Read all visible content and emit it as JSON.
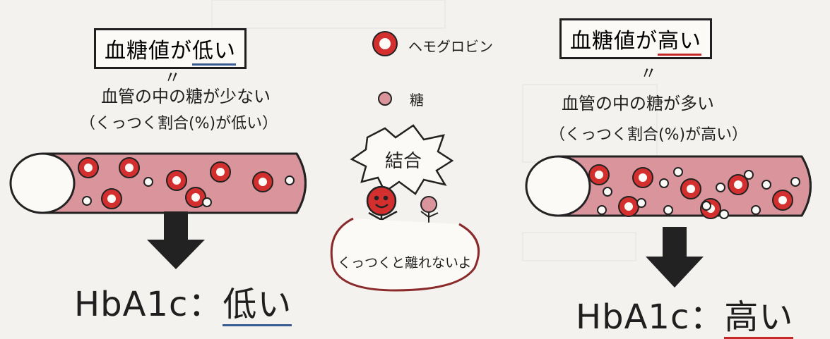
{
  "left": {
    "title_prefix": "血糖値が",
    "title_emph": "低い",
    "equals": "〃",
    "line1": "血管の中の糖が少ない",
    "line2": "（くっつく割合(%)が低い）",
    "result_prefix": "HbA1c：",
    "result_emph": "低い"
  },
  "right": {
    "title_prefix": "血糖値が",
    "title_emph": "高い",
    "equals": "〃",
    "line1": "血管の中の糖が多い",
    "line2": "（くっつく割合(%)が高い）",
    "result_prefix": "HbA1c：",
    "result_emph": "高い"
  },
  "legend": {
    "hemoglobin": "ヘモグロビン",
    "sugar": "糖",
    "bond": "結合",
    "speech": "くっつくと離れないよ"
  },
  "colors": {
    "hemoglobin": "#d32f2f",
    "vessel_fill": "#d9949c",
    "accent_red": "#c62828",
    "accent_blue": "#375c94"
  }
}
